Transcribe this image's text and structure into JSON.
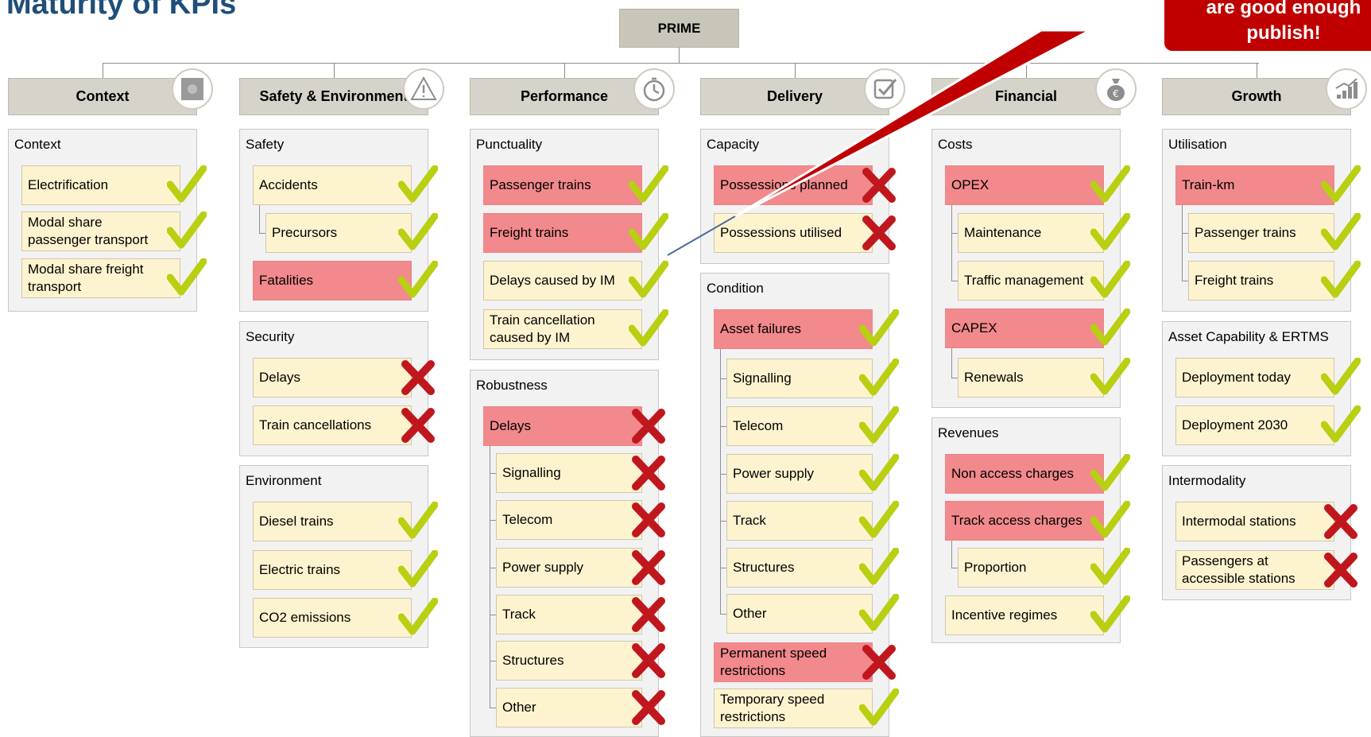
{
  "title": "Maturity of KPIs",
  "root": "PRIME",
  "callout": {
    "line1": "are good enough",
    "line2": "publish!"
  },
  "colors": {
    "maturity_ok": "#fef3cf",
    "needs_attention": "#f2898c",
    "check": "#b9cf12",
    "cross": "#c0171f",
    "callout": "#c00000"
  },
  "columns": [
    {
      "header": "Context",
      "icon": "context-icon",
      "groups": [
        {
          "title": "Context",
          "items": [
            {
              "label": "Electrification",
              "status": "ok",
              "mark": "check"
            },
            {
              "label": "Modal share\npassenger transport",
              "status": "ok",
              "mark": "check"
            },
            {
              "label": "Modal share freight\ntransport",
              "status": "ok",
              "mark": "check"
            }
          ]
        }
      ]
    },
    {
      "header": "Safety & Environment",
      "icon": "warning-icon",
      "groups": [
        {
          "title": "Safety",
          "items": [
            {
              "label": "Accidents",
              "status": "ok",
              "mark": "check"
            },
            {
              "label": "Precursors",
              "status": "ok",
              "mark": "check",
              "child": true
            },
            {
              "label": "Fatalities",
              "status": "bad",
              "mark": "check"
            }
          ]
        },
        {
          "title": "Security",
          "items": [
            {
              "label": "Delays",
              "status": "ok",
              "mark": "cross"
            },
            {
              "label": "Train cancellations",
              "status": "ok",
              "mark": "cross"
            }
          ]
        },
        {
          "title": "Environment",
          "items": [
            {
              "label": "Diesel trains",
              "status": "ok",
              "mark": "check"
            },
            {
              "label": "Electric trains",
              "status": "ok",
              "mark": "check"
            },
            {
              "label": "CO2 emissions",
              "status": "ok",
              "mark": "check"
            }
          ]
        }
      ]
    },
    {
      "header": "Performance",
      "icon": "stopwatch-icon",
      "groups": [
        {
          "title": "Punctuality",
          "items": [
            {
              "label": "Passenger trains",
              "status": "bad",
              "mark": "check"
            },
            {
              "label": "Freight trains",
              "status": "bad",
              "mark": "check"
            },
            {
              "label": "Delays caused by IM",
              "status": "ok",
              "mark": "check"
            },
            {
              "label": "Train cancellation\ncaused by IM",
              "status": "ok",
              "mark": "check"
            }
          ]
        },
        {
          "title": "Robustness",
          "items": [
            {
              "label": "Delays",
              "status": "bad",
              "mark": "cross"
            },
            {
              "label": "Signalling",
              "status": "ok",
              "mark": "cross",
              "child": true
            },
            {
              "label": "Telecom",
              "status": "ok",
              "mark": "cross",
              "child": true
            },
            {
              "label": "Power supply",
              "status": "ok",
              "mark": "cross",
              "child": true
            },
            {
              "label": "Track",
              "status": "ok",
              "mark": "cross",
              "child": true
            },
            {
              "label": "Structures",
              "status": "ok",
              "mark": "cross",
              "child": true
            },
            {
              "label": "Other",
              "status": "ok",
              "mark": "cross",
              "child": true
            }
          ]
        }
      ]
    },
    {
      "header": "Delivery",
      "icon": "checklist-icon",
      "groups": [
        {
          "title": "Capacity",
          "items": [
            {
              "label": "Possessions planned",
              "status": "bad",
              "mark": "cross"
            },
            {
              "label": "Possessions utilised",
              "status": "ok",
              "mark": "cross"
            }
          ]
        },
        {
          "title": "Condition",
          "items": [
            {
              "label": "Asset failures",
              "status": "bad",
              "mark": "check"
            },
            {
              "label": "Signalling",
              "status": "ok",
              "mark": "check",
              "child": true
            },
            {
              "label": "Telecom",
              "status": "ok",
              "mark": "check",
              "child": true
            },
            {
              "label": "Power supply",
              "status": "ok",
              "mark": "check",
              "child": true
            },
            {
              "label": "Track",
              "status": "ok",
              "mark": "check",
              "child": true
            },
            {
              "label": "Structures",
              "status": "ok",
              "mark": "check",
              "child": true
            },
            {
              "label": "Other",
              "status": "ok",
              "mark": "check",
              "child": true
            },
            {
              "label": "Permanent speed\nrestrictions",
              "status": "bad",
              "mark": "cross"
            },
            {
              "label": "Temporary speed\nrestrictions",
              "status": "ok",
              "mark": "check"
            }
          ]
        }
      ]
    },
    {
      "header": "Financial",
      "icon": "money-bag-icon",
      "groups": [
        {
          "title": "Costs",
          "items": [
            {
              "label": "OPEX",
              "status": "bad",
              "mark": "check"
            },
            {
              "label": "Maintenance",
              "status": "ok",
              "mark": "check",
              "child": true
            },
            {
              "label": "Traffic management",
              "status": "ok",
              "mark": "check",
              "child": true
            },
            {
              "label": "CAPEX",
              "status": "bad",
              "mark": "check"
            },
            {
              "label": "Renewals",
              "status": "ok",
              "mark": "check",
              "child": true
            }
          ]
        },
        {
          "title": "Revenues",
          "items": [
            {
              "label": "Non access charges",
              "status": "bad",
              "mark": "check"
            },
            {
              "label": "Track access charges",
              "status": "bad",
              "mark": "check"
            },
            {
              "label": "Proportion",
              "status": "ok",
              "mark": "check",
              "child": true
            },
            {
              "label": "Incentive regimes",
              "status": "ok",
              "mark": "check"
            }
          ]
        }
      ]
    },
    {
      "header": "Growth",
      "icon": "growth-chart-icon",
      "groups": [
        {
          "title": "Utilisation",
          "items": [
            {
              "label": "Train-km",
              "status": "bad",
              "mark": "check"
            },
            {
              "label": "Passenger trains",
              "status": "ok",
              "mark": "check",
              "child": true
            },
            {
              "label": "Freight trains",
              "status": "ok",
              "mark": "check",
              "child": true
            }
          ]
        },
        {
          "title": "Asset Capability & ERTMS",
          "items": [
            {
              "label": "Deployment today",
              "status": "ok",
              "mark": "check"
            },
            {
              "label": "Deployment 2030",
              "status": "ok",
              "mark": "check"
            }
          ]
        },
        {
          "title": "Intermodality",
          "items": [
            {
              "label": "Intermodal stations",
              "status": "ok",
              "mark": "cross"
            },
            {
              "label": "Passengers at\naccessible stations",
              "status": "ok",
              "mark": "cross"
            }
          ]
        }
      ]
    }
  ]
}
